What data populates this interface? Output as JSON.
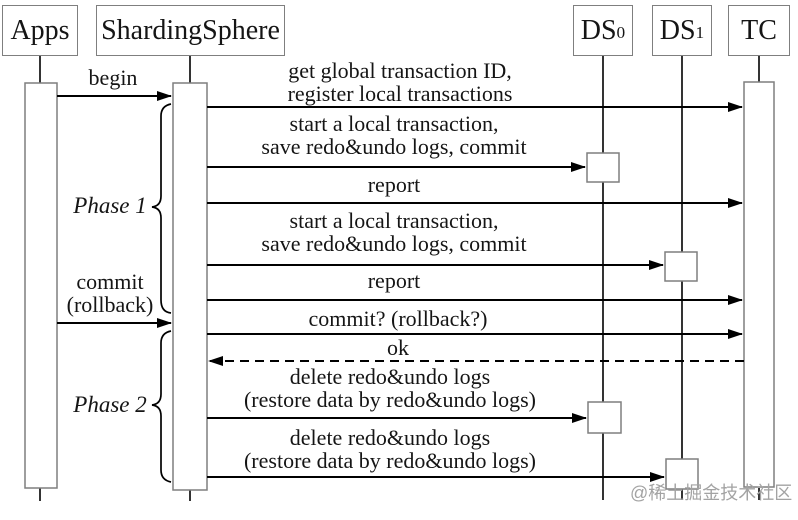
{
  "participants": [
    {
      "label": "Apps",
      "sub": ""
    },
    {
      "label": "ShardingSphere",
      "sub": ""
    },
    {
      "label": "DS",
      "sub": "0"
    },
    {
      "label": "DS",
      "sub": "1"
    },
    {
      "label": "TC",
      "sub": ""
    }
  ],
  "messages": [
    {
      "line1": "begin",
      "from": "Apps",
      "to": "ShardingSphere",
      "style": "solid"
    },
    {
      "line1": "get global transaction ID,",
      "line2": "register local transactions",
      "from": "ShardingSphere",
      "to": "TC",
      "style": "solid"
    },
    {
      "line1": "start a local transaction,",
      "line2": "save redo&undo logs, commit",
      "from": "ShardingSphere",
      "to": "DS0",
      "style": "solid"
    },
    {
      "line1": "report",
      "from": "ShardingSphere",
      "to": "TC",
      "style": "solid"
    },
    {
      "line1": "start a local transaction,",
      "line2": "save redo&undo logs, commit",
      "from": "ShardingSphere",
      "to": "DS1",
      "style": "solid"
    },
    {
      "line1": "report",
      "from": "ShardingSphere",
      "to": "TC",
      "style": "solid"
    },
    {
      "line1": "commit",
      "line2": "(rollback)",
      "from": "Apps",
      "to": "ShardingSphere",
      "style": "solid"
    },
    {
      "line1": "commit? (rollback?)",
      "from": "ShardingSphere",
      "to": "TC",
      "style": "solid"
    },
    {
      "line1": "ok",
      "from": "TC",
      "to": "ShardingSphere",
      "style": "dashed"
    },
    {
      "line1": "delete redo&undo logs",
      "line2": "(restore data by redo&undo logs)",
      "from": "ShardingSphere",
      "to": "DS0",
      "style": "solid"
    },
    {
      "line1": "delete redo&undo logs",
      "line2": "(restore data by redo&undo logs)",
      "from": "ShardingSphere",
      "to": "DS1",
      "style": "solid"
    }
  ],
  "phases": [
    {
      "label": "Phase 1"
    },
    {
      "label": "Phase 2"
    }
  ],
  "watermark": "@稀土掘金技术社区"
}
